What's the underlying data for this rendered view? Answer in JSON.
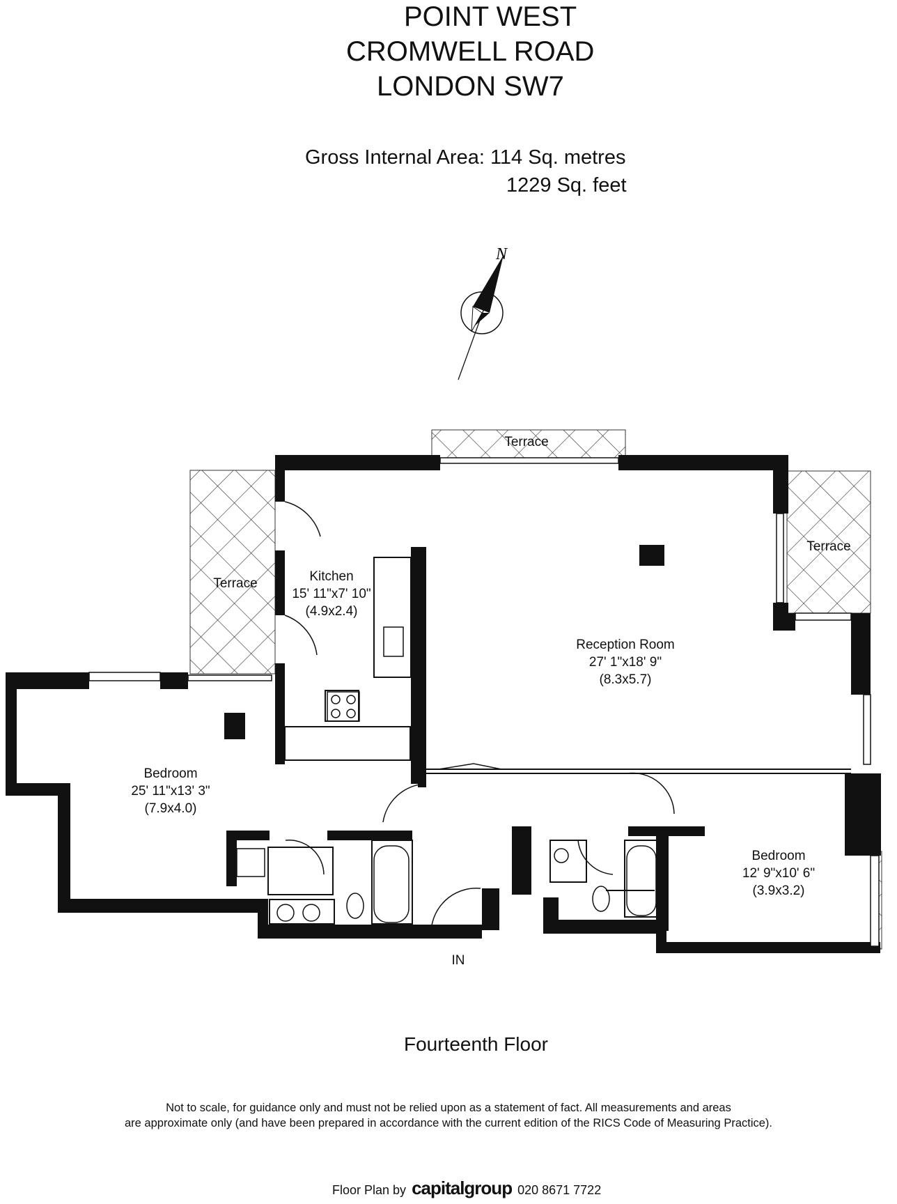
{
  "address": {
    "line1": "POINT WEST",
    "line2": "CROMWELL ROAD",
    "line3": "LONDON SW7"
  },
  "gross_area": {
    "label": "Gross Internal Area: 114 Sq. metres",
    "sqft": "1229 Sq. feet"
  },
  "compass": {
    "label": "N",
    "icon": "north-arrow-icon"
  },
  "rooms": {
    "terrace_top": "Terrace",
    "terrace_left": "Terrace",
    "terrace_right": "Terrace",
    "kitchen": {
      "name": "Kitchen",
      "imperial": "15' 11\"x7' 10\"",
      "metric": "(4.9x2.4)"
    },
    "reception": {
      "name": "Reception Room",
      "imperial": "27' 1\"x18' 9\"",
      "metric": "(8.3x5.7)"
    },
    "bedroom_left": {
      "name": "Bedroom",
      "imperial": "25' 11\"x13' 3\"",
      "metric": "(7.9x4.0)"
    },
    "bedroom_right": {
      "name": "Bedroom",
      "imperial": "12' 9\"x10' 6\"",
      "metric": "(3.9x3.2)"
    },
    "entrance": "IN"
  },
  "floor_name": "Fourteenth Floor",
  "disclaimer": {
    "line1": "Not to scale, for guidance only and must not be relied upon as a statement of fact.  All measurements and areas",
    "line2": "are approximate only (and have been prepared in accordance with the current edition of the RICS Code of Measuring Practice)."
  },
  "credit": {
    "prefix": "Floor Plan by",
    "brand": "capitalgroup",
    "phone": "020 8671 7722"
  }
}
